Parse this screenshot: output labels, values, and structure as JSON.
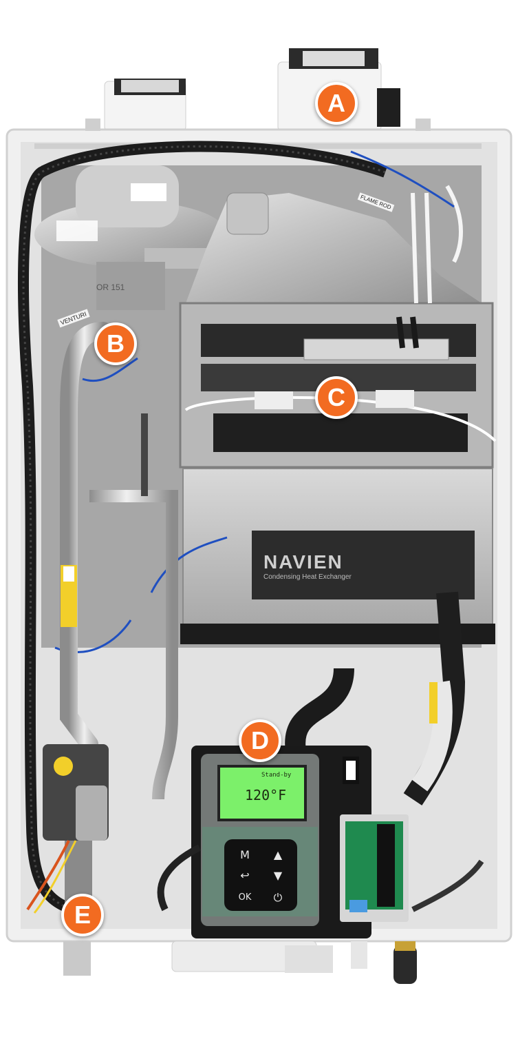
{
  "callouts": [
    {
      "id": "A",
      "label": "A"
    },
    {
      "id": "B",
      "label": "B"
    },
    {
      "id": "C",
      "label": "C"
    },
    {
      "id": "D",
      "label": "D"
    },
    {
      "id": "E",
      "label": "E"
    }
  ],
  "brand": {
    "name": "NAVIEN",
    "subtitle": "Condensing Heat Exchanger"
  },
  "display": {
    "status": "Stand-by",
    "temperature": "120°F"
  },
  "keypad": {
    "menu": "M",
    "up": "▲",
    "back": "↩",
    "down": "▼",
    "ok": "OK",
    "power": "⏻"
  },
  "labels": {
    "fan_label": "VENTURI",
    "sensor_label": "FLAME ROD",
    "tube_label": "OR 151"
  },
  "colors": {
    "callout": "#f26b21",
    "lcd": "#7cf06a",
    "cabinet": "#f2f2f2",
    "frame": "#2a2a2a"
  }
}
